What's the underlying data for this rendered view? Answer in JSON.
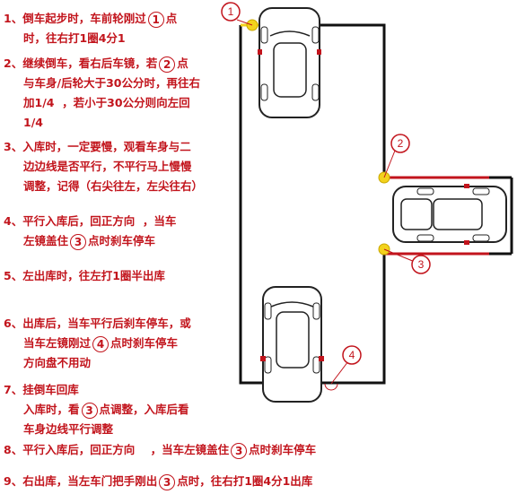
{
  "steps": [
    {
      "num": "1、",
      "lines": [
        [
          "倒车起步时，车前轮刚过",
          "1",
          "点"
        ],
        [
          "时，往右打1圈4分1"
        ]
      ]
    },
    {
      "num": "2、",
      "lines": [
        [
          "继续倒车，看右后车镜，若",
          "2",
          "点"
        ],
        [
          "与车身/后轮大于30公分时，再往右"
        ],
        [
          "加1/4",
          "",
          "  ，若小于30公分则向左回"
        ],
        [
          "1/4"
        ]
      ]
    },
    {
      "num": "3、",
      "lines": [
        [
          "入库时，一定要慢，观看车身与二"
        ],
        [
          "边边线是否平行，不平行马上慢慢"
        ],
        [
          "调整，记得（右尖往左，左尖往右）"
        ]
      ]
    },
    {
      "num": "4、",
      "lines": [
        [
          "平行入库后，回正方向",
          "",
          "  ，当车"
        ],
        [
          "左镜盖住",
          "3",
          "点时刹车停车"
        ]
      ]
    },
    {
      "num": "5、",
      "lines": [
        [
          "左出库时，往左打1圈半出库"
        ]
      ]
    },
    {
      "num": "6、",
      "lines": [
        [
          "出库后，当车平行后刹车停车，或"
        ],
        [
          "当车左镜刚过",
          "4",
          "点时刹车停车"
        ],
        [
          "方向盘不用动"
        ]
      ]
    },
    {
      "num": "7、",
      "lines": [
        [
          "挂倒车回库"
        ],
        [
          "入库时，看",
          "3",
          "点调整，入库后看"
        ],
        [
          "车身边线平行调整"
        ]
      ]
    },
    {
      "num": "8、",
      "lines": [
        [
          "平行入库后，回正方向",
          "",
          "    ，当车左镜盖住",
          "3",
          "点时刹车停车"
        ]
      ]
    },
    {
      "num": "9、",
      "lines": [
        [
          "右出库，当左车门把手刚出",
          "3",
          "点时，往右打1圈4分1出库"
        ]
      ]
    }
  ],
  "markers": [
    "1",
    "2",
    "3",
    "4"
  ],
  "colors": {
    "text": "#c2141c",
    "yard": "#111111",
    "stopline": "#c2141c",
    "dot": "#f3d21c"
  }
}
